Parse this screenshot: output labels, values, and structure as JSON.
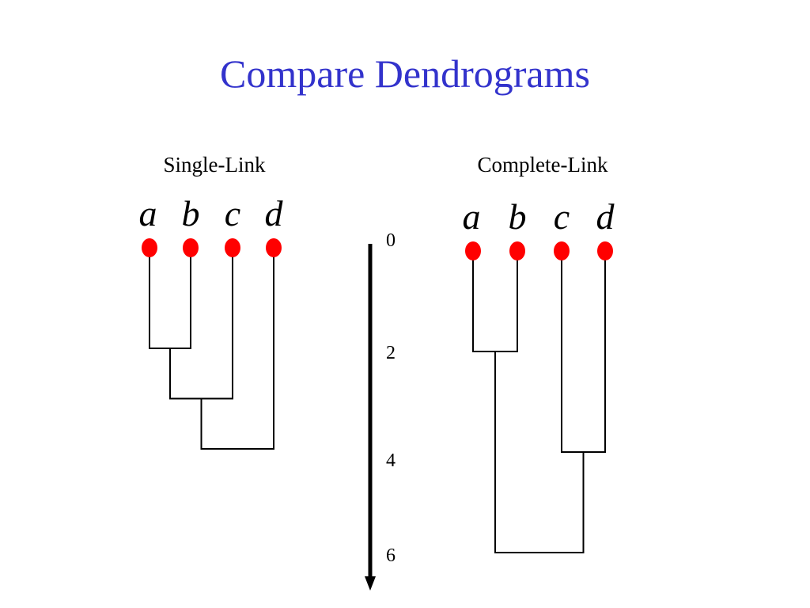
{
  "title": "Compare Dendrograms",
  "colors": {
    "title": "#3333cc",
    "node": "#ff0000",
    "line": "#000000"
  },
  "scale": {
    "ticks": [
      "0",
      "2",
      "4",
      "6"
    ]
  },
  "dendrograms": [
    {
      "id": "single",
      "label": "Single-Link",
      "leaves": [
        "a",
        "b",
        "c",
        "d"
      ],
      "merges": [
        {
          "left": "a",
          "right": "b",
          "height": 2
        },
        {
          "left": "ab",
          "right": "c",
          "height": 3
        },
        {
          "left": "abc",
          "right": "d",
          "height": 4
        }
      ]
    },
    {
      "id": "complete",
      "label": "Complete-Link",
      "leaves": [
        "a",
        "b",
        "c",
        "d"
      ],
      "merges": [
        {
          "left": "a",
          "right": "b",
          "height": 2
        },
        {
          "left": "c",
          "right": "d",
          "height": 4
        },
        {
          "left": "ab",
          "right": "cd",
          "height": 6
        }
      ]
    }
  ]
}
